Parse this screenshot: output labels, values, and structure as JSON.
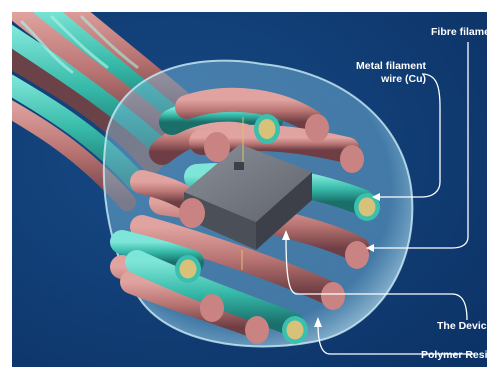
{
  "labels": {
    "fibre": "Fibre filamen",
    "metal_line1": "Metal filament",
    "metal_line2": "wire (Cu)",
    "device": "The Device",
    "resin": "Polymer Resin"
  },
  "colors": {
    "background": "#0d3a6e",
    "fibre_cyan": "#3bbfae",
    "copper": "#c98383",
    "resin": "#9fd8ee",
    "device": "#5a5e66",
    "callout": "#ffffff"
  }
}
